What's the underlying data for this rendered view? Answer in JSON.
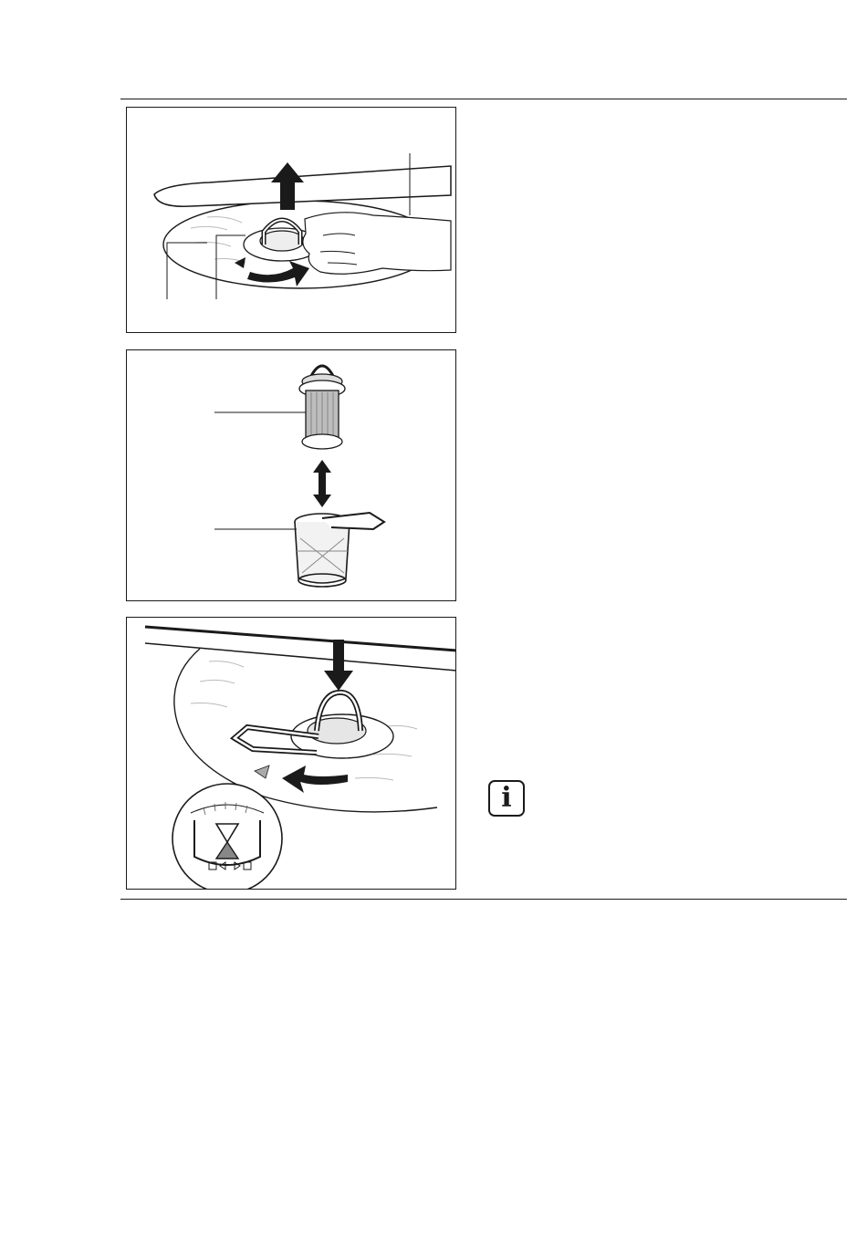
{
  "page": {
    "figures": [
      {
        "id": "remove-filter",
        "callout_count": 3
      },
      {
        "id": "separate-filters",
        "callout_count": 2
      },
      {
        "id": "reinstall-filter",
        "callout_count": 0
      }
    ],
    "info_note": {
      "icon": "info-icon",
      "glyph": "i"
    },
    "rules": [
      "top",
      "bottom"
    ]
  }
}
